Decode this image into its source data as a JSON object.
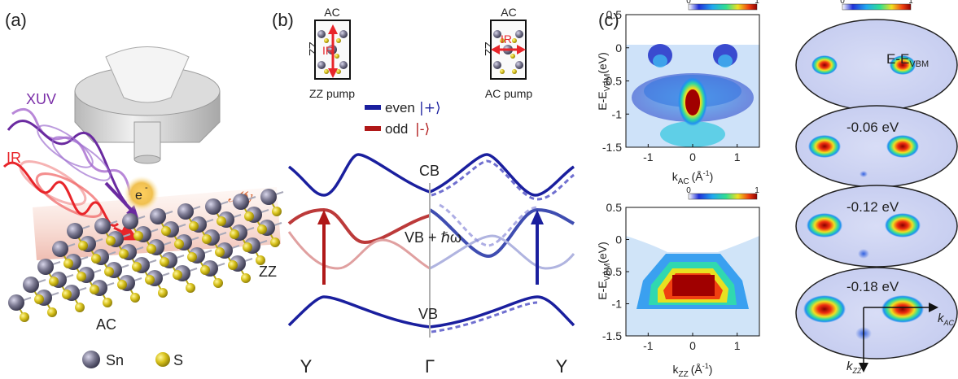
{
  "panel_a": {
    "label": "(a)",
    "xuv": "XUV",
    "ir": "IR",
    "electron": "e",
    "electron_sup": "-",
    "mirror": "𝓜y",
    "zz": "ZZ",
    "ac": "AC",
    "legend_sn": "Sn",
    "legend_s": "S",
    "colors": {
      "xuv": "#7b2fa8",
      "ir": "#e8252a",
      "sn": "#7c7a92",
      "s": "#d8c21c"
    }
  },
  "panel_b": {
    "label": "(b)",
    "inset_zz": {
      "top": "AC",
      "side": "ZZ",
      "center": "IR",
      "caption": "ZZ pump"
    },
    "inset_ac": {
      "top": "AC",
      "side": "ZZ",
      "center": "IR",
      "caption": "AC pump"
    },
    "legend_even": "even",
    "legend_even_ket": "|+⟩",
    "legend_odd": "odd",
    "legend_odd_ket": "|-⟩",
    "cb": "CB",
    "vb": "VB",
    "vb_shift": "VB + ℏω",
    "k_left": "Y",
    "k_mid": "Γ",
    "k_right": "Y",
    "colors": {
      "even": "#1a1f9e",
      "odd": "#b01818"
    }
  },
  "panel_c": {
    "label": "(c)",
    "cbar_min": "0",
    "cbar_max": "1",
    "top_map": {
      "ylabel": "E-E",
      "ylabel_sub": "VBM",
      "ylabel_unit": "(eV)",
      "xlabel": "k",
      "xlabel_sub": "AC",
      "xlabel_unit": "(Å",
      "xlabel_sup": "-1",
      "xlabel_close": ")",
      "yticks": [
        "0.5",
        "0",
        "-0.5",
        "-1",
        "-1.5"
      ],
      "xticks": [
        "-1",
        "0",
        "1"
      ]
    },
    "bottom_map": {
      "ylabel": "E-E",
      "ylabel_sub": "VBM",
      "ylabel_unit": "(eV)",
      "xlabel": "k",
      "xlabel_sub": "ZZ",
      "xlabel_unit": "(Å",
      "xlabel_sup": "-1",
      "xlabel_close": ")",
      "yticks": [
        "0.5",
        "0",
        "-0.5",
        "-1",
        "-1.5"
      ],
      "xticks": [
        "-1",
        "0",
        "1"
      ]
    },
    "slices": [
      {
        "label": "E-E",
        "label_sub": "VBM"
      },
      {
        "label": "-0.06 eV"
      },
      {
        "label": "-0.12 eV"
      },
      {
        "label": "-0.18 eV"
      }
    ],
    "axis_kac": "k",
    "axis_kac_sub": "AC",
    "axis_kzz": "k",
    "axis_kzz_sub": "ZZ"
  }
}
